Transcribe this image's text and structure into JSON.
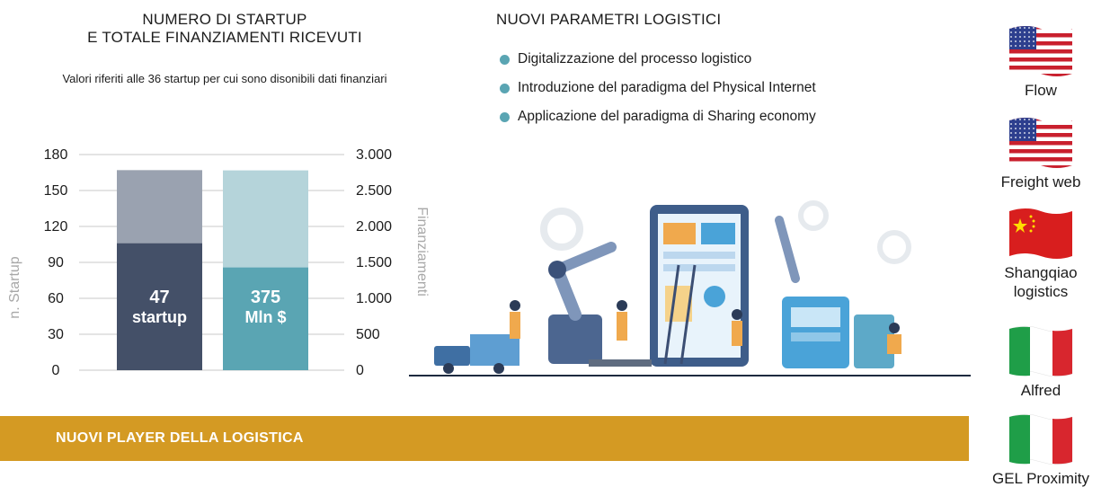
{
  "chart": {
    "title_line1": "NUMERO DI STARTUP",
    "title_line2": "E TOTALE FINANZIAMENTI RICEVUTI",
    "subtitle": "Valori riferiti alle 36 startup per cui sono disonibili dati finanziari"
  },
  "chart_data": {
    "type": "bar",
    "title": "NUMERO DI STARTUP E TOTALE FINANZIAMENTI RICEVUTI",
    "subtitle": "Valori riferiti alle 36 startup per cui sono disonibili dati finanziari",
    "ylabel_left": "n. Startup",
    "ylabel_right": "Finanziamenti",
    "left_axis": {
      "ylim": [
        0,
        180
      ],
      "ticks": [
        "0",
        "30",
        "60",
        "90",
        "120",
        "150",
        "180"
      ]
    },
    "right_axis": {
      "ylim": [
        0,
        3000
      ],
      "ticks": [
        "0",
        "500",
        "1.000",
        "1.500",
        "2.000",
        "2.500",
        "3.000"
      ]
    },
    "grid": true,
    "bars": [
      {
        "name": "startup",
        "total": 167,
        "highlight": 106,
        "label_value": "47",
        "label_unit": "startup",
        "axis": "left",
        "color_base": "#445068",
        "color_top": "#9aa2b0"
      },
      {
        "name": "finanziamenti",
        "total": 2780,
        "highlight": 1430,
        "label_value": "375",
        "label_unit": "Mln $",
        "axis": "right",
        "color_base": "#5aa5b3",
        "color_top": "#b5d4da"
      }
    ]
  },
  "params": {
    "title": "NUOVI PARAMETRI LOGISTICI",
    "items": [
      "Digitalizzazione del processo logistico",
      "Introduzione del paradigma del Physical Internet",
      "Applicazione del paradigma di Sharing economy"
    ],
    "bullet_color": "#5aa5b3"
  },
  "band": {
    "label": "NUOVI PLAYER DELLA LOGISTICA",
    "color": "#d49a23"
  },
  "players": [
    {
      "flag": "us-flag-icon",
      "name": "Flow"
    },
    {
      "flag": "us-flag-icon",
      "name": "Freight web"
    },
    {
      "flag": "china-flag-icon",
      "name": "Shangqiao logistics"
    },
    {
      "flag": "italy-flag-icon",
      "name": "Alfred"
    },
    {
      "flag": "italy-flag-icon",
      "name": "GEL Proximity"
    }
  ]
}
